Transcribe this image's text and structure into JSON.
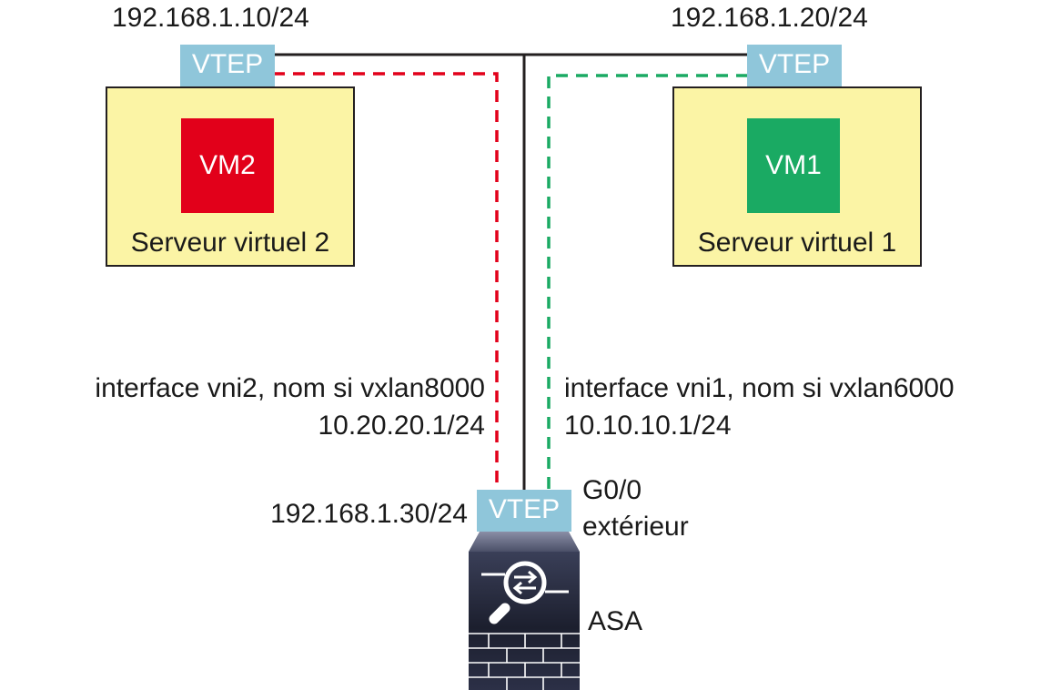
{
  "diagram": {
    "hosts": [
      {
        "id": "server2",
        "server_label": "Serveur virtuel 2",
        "vm_label": "VM2",
        "vm_color": "#e2001a",
        "vtep_label": "VTEP",
        "vtep_ip": "192.168.1.10/24"
      },
      {
        "id": "server1",
        "server_label": "Serveur virtuel 1",
        "vm_label": "VM1",
        "vm_color": "#1aaa63",
        "vtep_label": "VTEP",
        "vtep_ip": "192.168.1.20/24"
      }
    ],
    "asa": {
      "label": "ASA",
      "vtep_label": "VTEP",
      "vtep_ip": "192.168.1.30/24",
      "interface_line1": "G0/0",
      "interface_line2": "extérieur"
    },
    "tunnels": [
      {
        "color": "#e2001a",
        "interface_label": "interface vni2, nom si vxlan8000",
        "ip": "10.20.20.1/24"
      },
      {
        "color": "#1aaa63",
        "interface_label": "interface vni1, nom si vxlan6000",
        "ip": "10.10.10.1/24"
      }
    ],
    "colors": {
      "vtep": "#8fc6da",
      "server_bg": "#fbf4a5",
      "line": "#231f20",
      "asa_body": "#2b2f45"
    }
  }
}
